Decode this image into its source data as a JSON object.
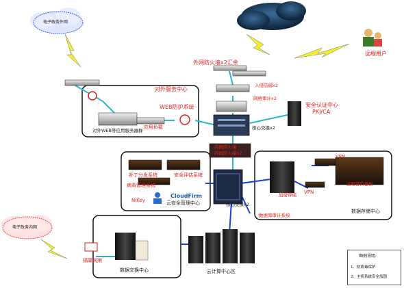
{
  "clouds": {
    "left_top": "电子政务外网",
    "left_bottom": "电子政务内网"
  },
  "labels": {
    "remote_user": "远程用户",
    "firewall_cluster": "外网防火墙x2汇余",
    "intrusion_prevention": "入侵防御x2",
    "network_audit": "网络审计x2",
    "security_auth_center_line1": "安全认证中心",
    "security_auth_center_line2": "PKI/CA",
    "core_switch_top": "核心交换x2",
    "external_service_center": "对外服务中心",
    "web_protection": "WEB防护系统",
    "web_servers": "对外WEB等应用服务器群",
    "load_balancing": "应用负载",
    "internal_firewall_line1": "内网防火墙",
    "internal_firewall_line2": "内网防火墙x2",
    "patch_system": "补丁分发系统",
    "security_assessment": "安全评估系统",
    "virus_management": "病毒管理系统",
    "cloudfirm": "CloudFirm",
    "nikey": "NiKey",
    "cloud_security_mgmt": "云安全管理中心",
    "core_switch_center": "核心交换x2",
    "backup_storage": "加密存储",
    "vpn_top": "VPN",
    "vpn_mid": "VPN",
    "remote_backup": "远程容灾备份",
    "db_audit": "数据库审计系统",
    "data_storage_center": "数据存储中心",
    "isolation_gateway": "隔离网闸",
    "data_exchange_center": "数据交换中心",
    "cloud_computing_center": "云计算中心区"
  },
  "legend": {
    "title": "图例说明:",
    "item1": "1、防病毒保护",
    "item2": "2、主机系统安全加固"
  },
  "colors": {
    "link_cyan": "#29b6c8",
    "link_blue": "#1d3fd6",
    "lightning": "#f4ee2a",
    "label_red": "#e0201b",
    "group_border": "#111111"
  }
}
